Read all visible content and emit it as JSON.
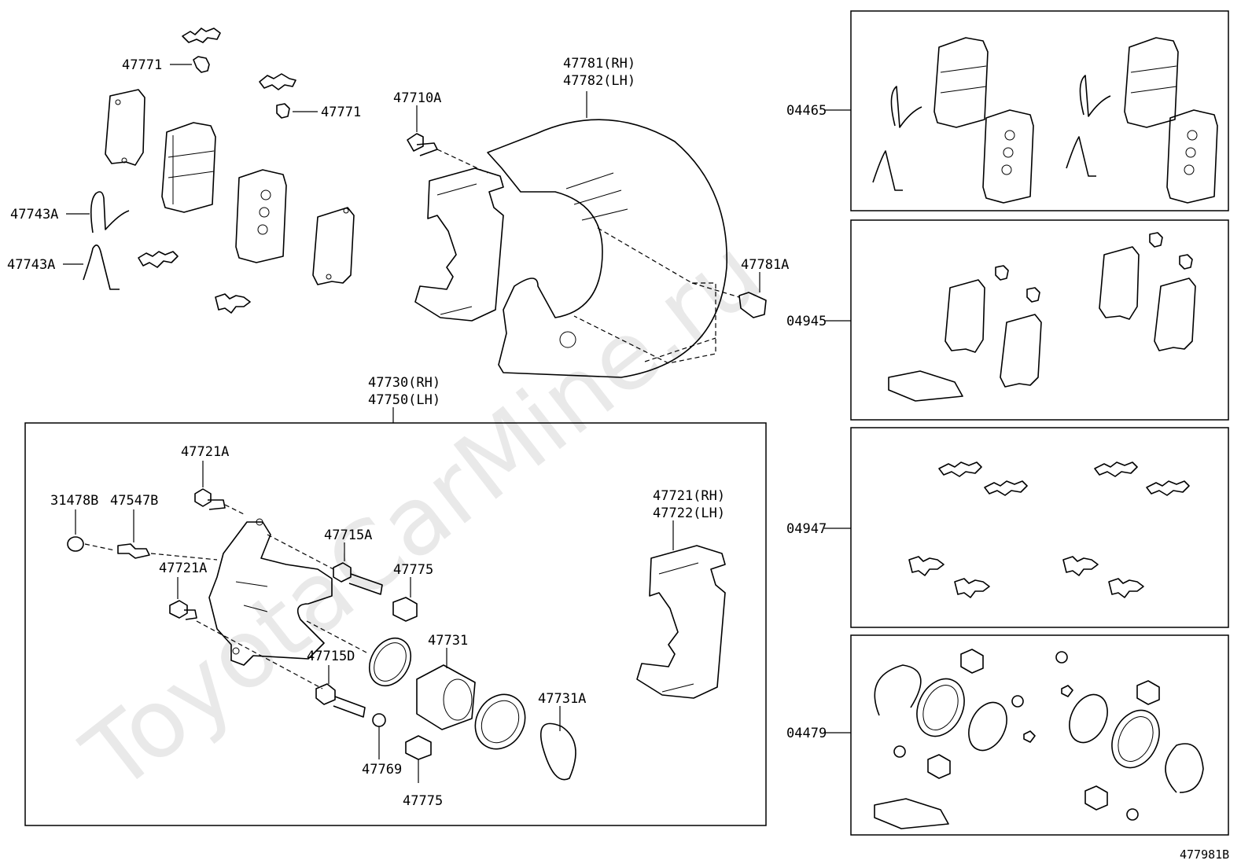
{
  "watermark": "ToyotaCarMine.ru",
  "diagram_id": "477981B",
  "labels": {
    "p47771a": "47771",
    "p47771b": "47771",
    "p47743a1": "47743A",
    "p47743a2": "47743A",
    "p47710a": "47710A",
    "p47781rh": "47781(RH)",
    "p47782lh": "47782(LH)",
    "p47781a": "47781A",
    "p47730rh": "47730(RH)",
    "p47750lh": "47750(LH)",
    "p47721a1": "47721A",
    "p31478b": "31478B",
    "p47547b": "47547B",
    "p47721a2": "47721A",
    "p47715a": "47715A",
    "p47775a": "47775",
    "p47715d": "47715D",
    "p47731": "47731",
    "p47731a": "47731A",
    "p47769": "47769",
    "p47775b": "47775",
    "p47721rh": "47721(RH)",
    "p47722lh": "47722(LH)",
    "k04465": "04465",
    "k04945": "04945",
    "k04947": "04947",
    "k04479": "04479"
  }
}
